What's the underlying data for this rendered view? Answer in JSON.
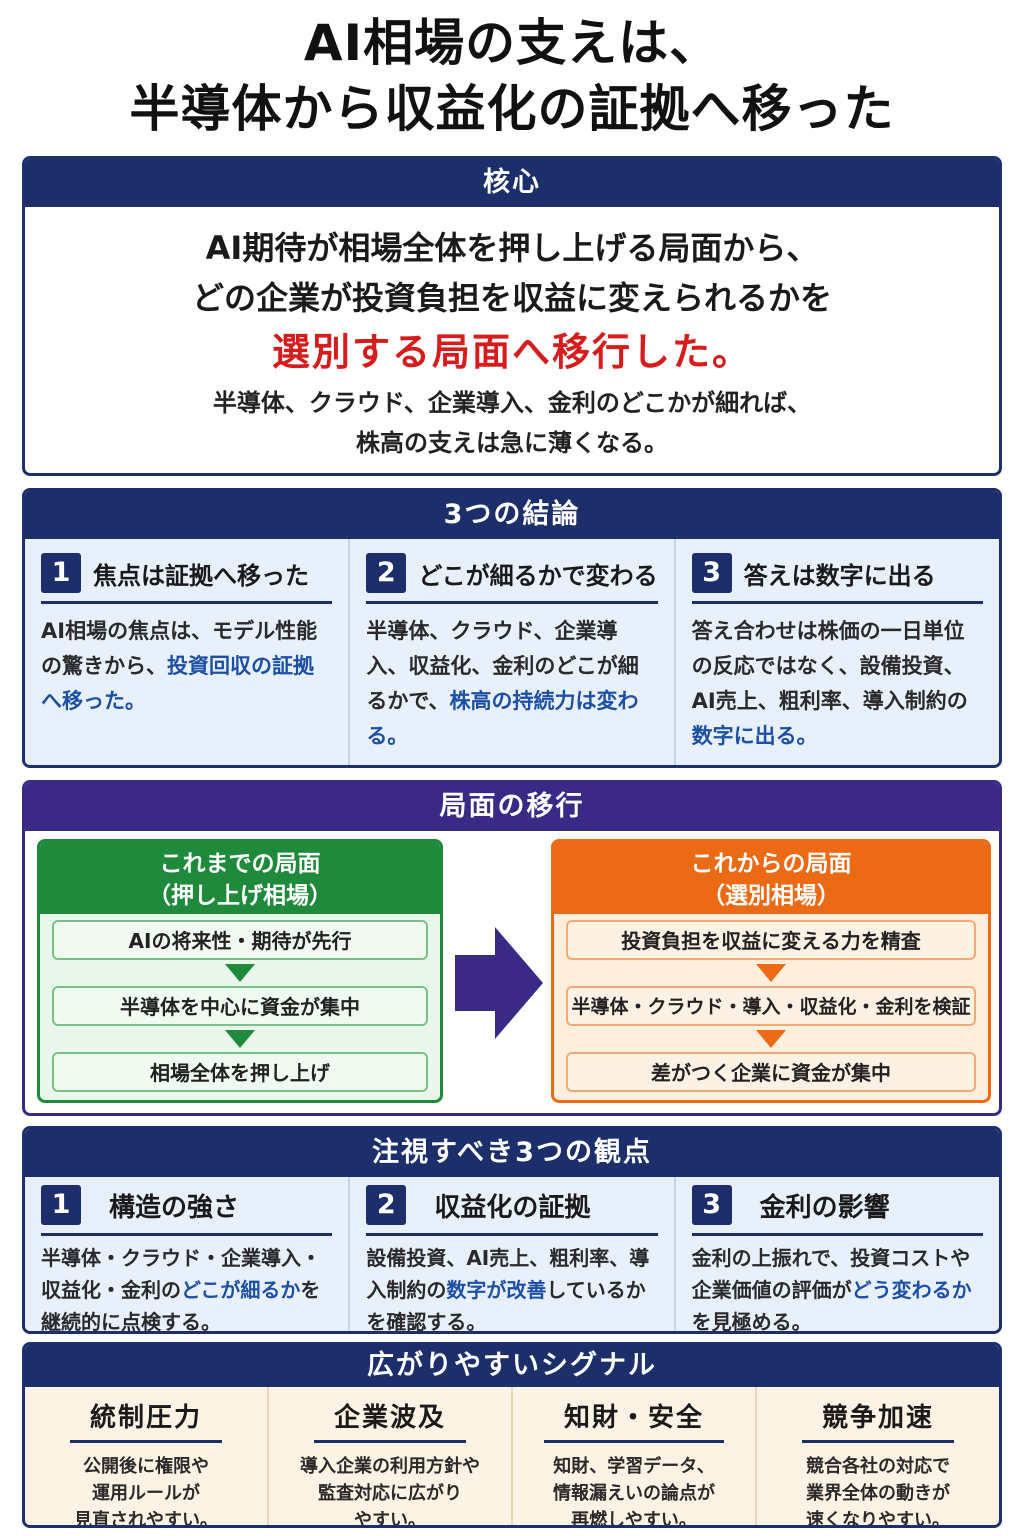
{
  "title": {
    "line1": "AI相場の支えは、",
    "line2": "半導体から収益化の証拠へ移った"
  },
  "core": {
    "heading": "核心",
    "line1": "AI期待が相場全体を押し上げる局面から、",
    "line2": "どの企業が投資負担を収益に変えられるかを",
    "highlight": "選別する局面へ移行した。",
    "sub1": "半導体、クラウド、企業導入、金利のどこかが細れば、",
    "sub2": "株高の支えは急に薄くなる。"
  },
  "conclusions": {
    "heading": "3つの結論",
    "items": [
      {
        "num": "1",
        "title": "焦点は証拠へ移った",
        "text1": "AI相場の焦点は、モデル性能の驚きから、",
        "highlight": "投資回収の証拠へ移った。",
        "text2": ""
      },
      {
        "num": "2",
        "title": "どこが細るかで変わる",
        "text1": "半導体、クラウド、企業導入、収益化、金利のどこが細るかで、",
        "highlight": "株高の持続力は変わる。",
        "text2": ""
      },
      {
        "num": "3",
        "title": "答えは数字に出る",
        "text1": "答え合わせは株価の一日単位の反応ではなく、設備投資、AI売上、粗利率、導入制約の",
        "highlight": "数字に出る。",
        "text2": ""
      }
    ]
  },
  "shift": {
    "heading": "局面の移行",
    "before": {
      "title1": "これまでの局面",
      "title2": "（押し上げ相場）",
      "steps": [
        "AIの将来性・期待が先行",
        "半導体を中心に資金が集中",
        "相場全体を押し上げ"
      ]
    },
    "after": {
      "title1": "これからの局面",
      "title2": "（選別相場）",
      "steps": [
        "投資負担を収益に変える力を精査",
        "半導体・クラウド・導入・収益化・金利を検証",
        "差がつく企業に資金が集中"
      ]
    },
    "colors": {
      "before": "#1f8a3b",
      "after": "#ea6a15",
      "arrow": "#3a2a86"
    }
  },
  "viewpoints": {
    "heading": "注視すべき3つの観点",
    "items": [
      {
        "num": "1",
        "title": "構造の強さ",
        "text1": "半導体・クラウド・企業導入・収益化・金利の",
        "highlight": "どこが細るか",
        "text2": "を継続的に点検する。"
      },
      {
        "num": "2",
        "title": "収益化の証拠",
        "text1": "設備投資、AI売上、粗利率、導入制約の",
        "highlight": "数字が改善",
        "text2": "しているかを確認する。"
      },
      {
        "num": "3",
        "title": "金利の影響",
        "text1": "金利の上振れで、投資コストや企業価値の評価が",
        "highlight": "どう変わるか",
        "text2": "を見極める。"
      }
    ]
  },
  "signals": {
    "heading": "広がりやすいシグナル",
    "items": [
      {
        "title": "統制圧力",
        "lines": [
          "公開後に権限や",
          "運用ルールが",
          "見直されやすい。"
        ]
      },
      {
        "title": "企業波及",
        "lines": [
          "導入企業の利用方針や",
          "監査対応に広がり",
          "やすい。"
        ]
      },
      {
        "title": "知財・安全",
        "lines": [
          "知財、学習データ、",
          "情報漏えいの論点が",
          "再燃しやすい。"
        ]
      },
      {
        "title": "競争加速",
        "lines": [
          "競合各社の対応で",
          "業界全体の動きが",
          "速くなりやすい。"
        ]
      }
    ]
  }
}
